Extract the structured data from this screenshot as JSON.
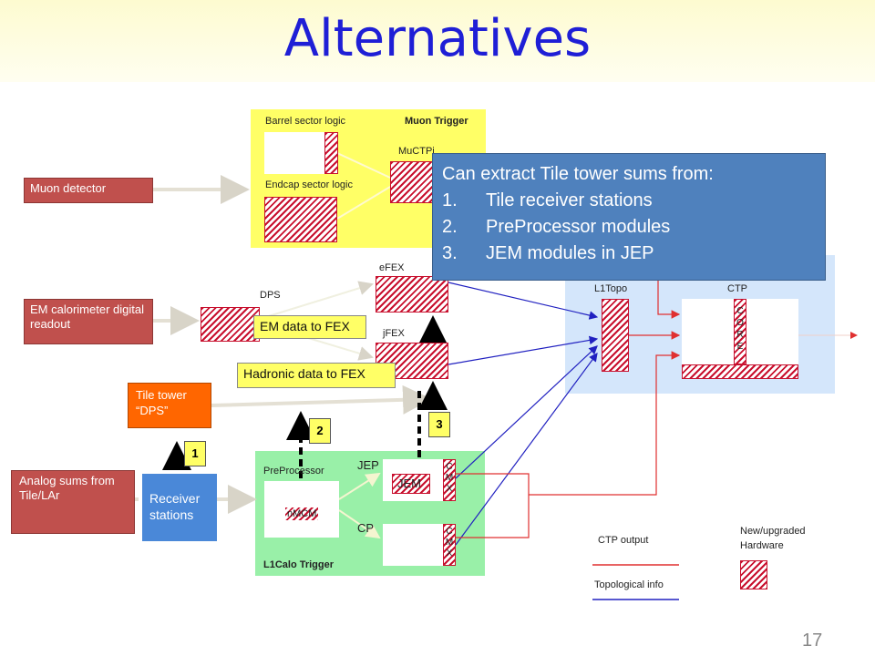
{
  "title": "Alternatives",
  "page_number": "17",
  "inputs": {
    "muon": "Muon detector",
    "em": "EM calorimeter digital readout",
    "analog": "Analog sums from Tile/LAr"
  },
  "muon_trigger": {
    "title": "Muon Trigger",
    "barrel": "Barrel sector logic",
    "endcap": "Endcap sector logic",
    "muctpi": "MuCTPi"
  },
  "dps": "DPS",
  "efex": "eFEX",
  "jfex": "jFEX",
  "em_to_fex": "EM data to FEX",
  "had_to_fex": "Hadronic data to FEX",
  "tile_tower": "Tile tower “DPS”",
  "receiver": "Receiver stations",
  "l1calo": {
    "title": "L1Calo Trigger",
    "preprocessor": "PreProcessor",
    "nmcm": "nMCM",
    "jep": "JEP",
    "jem": "JEM",
    "cp": "CP",
    "cmx1": [
      "C",
      "M",
      "X"
    ],
    "cmx2": [
      "C",
      "M",
      "X"
    ]
  },
  "l1topo": "L1Topo",
  "ctp": "CTP",
  "core": [
    "C",
    "O",
    "R",
    "E"
  ],
  "numbers": [
    "1",
    "2",
    "3"
  ],
  "legend": {
    "ctp_output": "CTP output",
    "topo_info": "Topological info",
    "new_hw": "New/upgraded Hardware"
  },
  "callout": {
    "heading": "Can extract Tile tower sums from:",
    "items": [
      {
        "n": "1.",
        "text": "Tile receiver stations"
      },
      {
        "n": "2.",
        "text": "PreProcessor modules"
      },
      {
        "n": "3.",
        "text": "JEM modules in JEP"
      }
    ]
  },
  "colors": {
    "title": "#1f1fd6",
    "input_box": "#c0504d",
    "hatch_red": "#c8102e",
    "muon_panel": "#ffff66",
    "l1calo_panel": "#99f0a8",
    "ctp_panel": "#d4e6fb",
    "callout": "#4f81bd",
    "tile_tower": "#ff6600",
    "receiver": "#4a88d8",
    "ctp_output_line": "#e03030",
    "topo_line": "#2020c0"
  }
}
